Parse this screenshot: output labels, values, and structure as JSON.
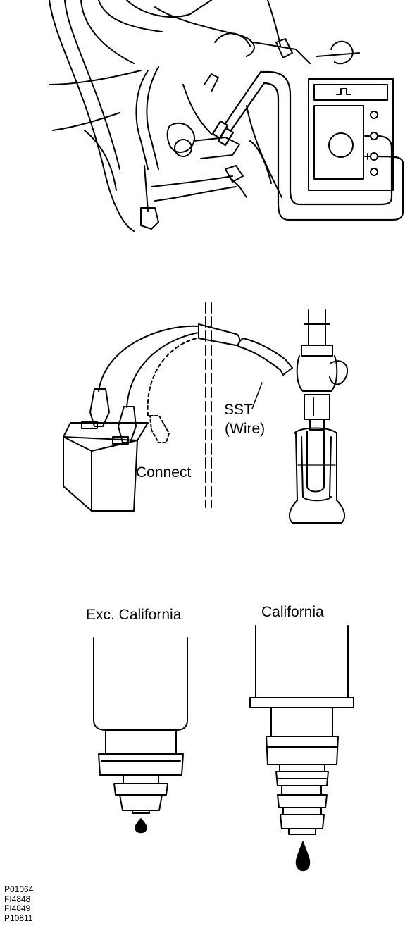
{
  "labels": {
    "sst": "SST",
    "wire": "(Wire)",
    "connect": "Connect",
    "exc_california": "Exc. California",
    "california": "California"
  },
  "figure_codes": [
    "P01064",
    "FI4848",
    "FI4849",
    "P10811"
  ]
}
